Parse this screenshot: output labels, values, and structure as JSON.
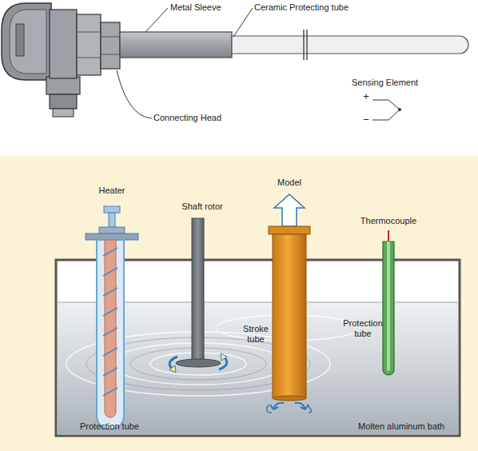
{
  "diagram": {
    "labels": [
      "Metal Sleeve",
      "Ceramic Protecting tube",
      "Sensing Element",
      "+",
      "−",
      "Connecting Head",
      "Heater",
      "Shaft rotor",
      "Model",
      "Stroke tube",
      "Thermocouple",
      "Protection tube",
      "Protection tube",
      "Molten aluminum bath"
    ]
  }
}
